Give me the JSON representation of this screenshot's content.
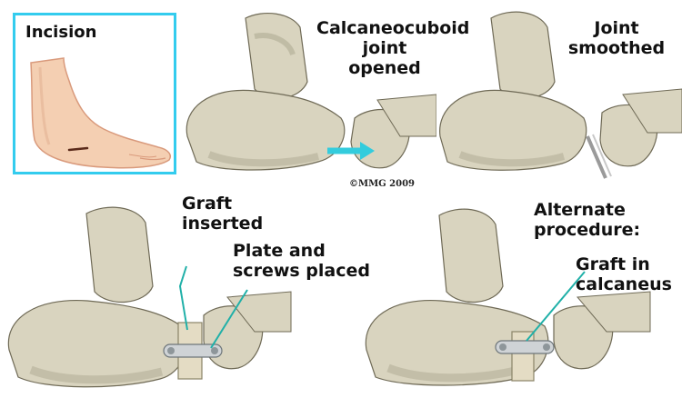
{
  "colors": {
    "bone": "#d9d4bf",
    "bone_shadow": "#a8a38b",
    "bone_dark": "#6f6a56",
    "frame_border": "#33ccee",
    "pointer_line": "#20b0a8",
    "arrow": "#33ccdd",
    "skin": "#f4cfb2",
    "skin_shadow": "#d99a7c",
    "plate": "#cfd3d6",
    "text": "#111111"
  },
  "panels": {
    "incision": {
      "label": "Incision"
    },
    "opened": {
      "label_lines": [
        "Calcaneocuboid",
        "joint",
        "opened"
      ],
      "copyright": "©MMG 2009"
    },
    "smoothed": {
      "label_lines": [
        "Joint",
        "smoothed"
      ]
    },
    "graft": {
      "graft_label_lines": [
        "Graft",
        "inserted"
      ],
      "plate_label_lines": [
        "Plate and",
        "screws placed"
      ]
    },
    "alternate": {
      "title_lines": [
        "Alternate",
        "procedure:"
      ],
      "graft_label_lines": [
        "Graft in",
        "calcaneus"
      ]
    }
  }
}
